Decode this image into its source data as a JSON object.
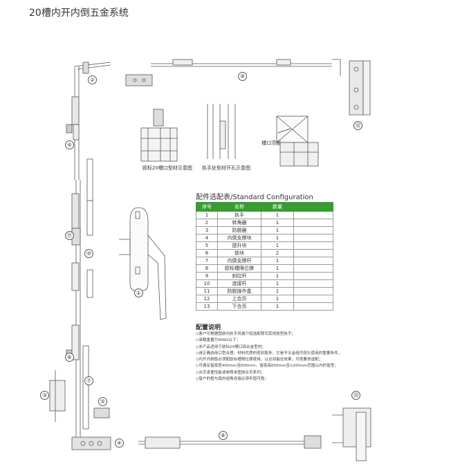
{
  "title": "20槽内开内倒五金系统",
  "captions": {
    "profile": "欧标20槽口型材示意图",
    "handle_hole": "执手处型材开孔示意图",
    "slot_top": "槽口顶部"
  },
  "callouts": [
    "①",
    "②",
    "③",
    "④",
    "⑤",
    "⑥",
    "⑦",
    "⑧",
    "⑨",
    "⑩",
    "⑪",
    "⑫",
    "⑬"
  ],
  "config_table": {
    "title": "配件选配表/Standard Configuration",
    "headers": [
      "序号",
      "名称",
      "数量",
      ""
    ],
    "rows": [
      [
        "1",
        "执手",
        "1"
      ],
      [
        "2",
        "转角器",
        "1"
      ],
      [
        "3",
        "防脱器",
        "1"
      ],
      [
        "4",
        "内倒支撑块",
        "1"
      ],
      [
        "5",
        "提升块",
        "1"
      ],
      [
        "6",
        "锁块",
        "2"
      ],
      [
        "7",
        "内倒支撑杆",
        "1"
      ],
      [
        "8",
        "欧标槽限位撑",
        "1"
      ],
      [
        "9",
        "斜拉杆",
        "1"
      ],
      [
        "10",
        "连接杆",
        "1"
      ],
      [
        "11",
        "防脱操作盒",
        "1"
      ],
      [
        "12",
        "上合页",
        "1"
      ],
      [
        "13",
        "下合页",
        "1"
      ]
    ],
    "header_color": "#3a9b35"
  },
  "notes": {
    "title": "配置说明",
    "items": [
      "◇客户可根据图册内执手风格介绍选配我司其他类型执手；",
      "◇承载重量为90KG以下；",
      "◇本产品适用于欧标20槽口铝合金型材；",
      "◇请正确选用口型合理、材料优质的密封胶条，它是令五金组件耐久使用的重要条件。",
      "◇内开内倒窗必须配欧标槽限位撑使用，以达到最佳效果，可按要求选配；",
      "◇可满足窗扇宽400mm至600mm，窗扇高600mm至1200mm范围以内的窗型；",
      "◇合页承重性能请参照本图册合页系列；",
      "◇窗户的框与扇的组角连接必须牢固可靠；"
    ]
  }
}
